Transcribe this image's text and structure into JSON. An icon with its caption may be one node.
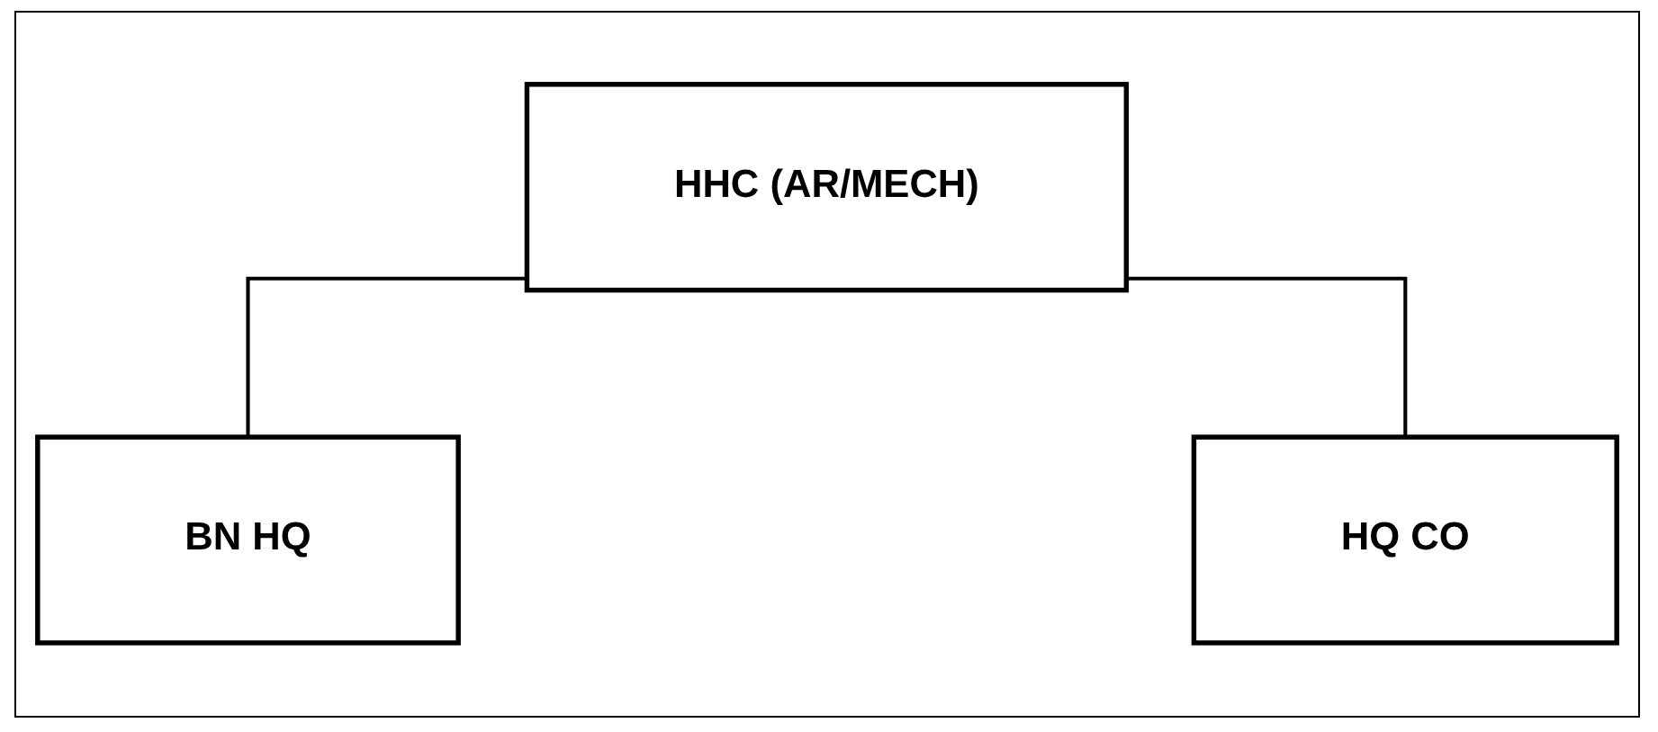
{
  "diagram": {
    "nodes": [
      {
        "text": [
          "HHC (AR/MECH)"
        ]
      },
      {
        "text": [
          "BN HQ"
        ]
      },
      {
        "text": [
          "HQ CO"
        ]
      }
    ],
    "edges": [
      {
        "from": 0,
        "to": 1,
        "arrow": "none"
      },
      {
        "from": 0,
        "to": 2,
        "arrow": "none"
      }
    ]
  }
}
